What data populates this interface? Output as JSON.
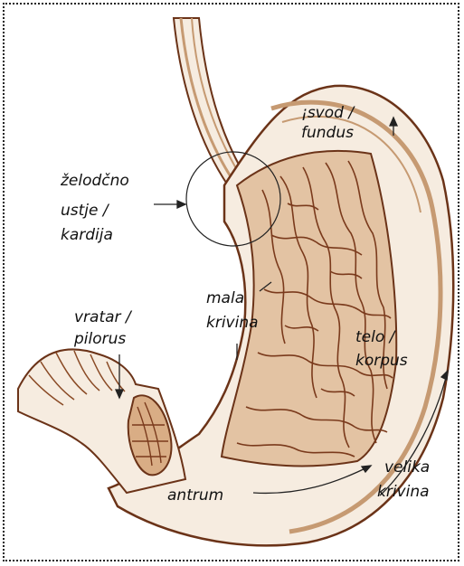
{
  "labels": {
    "fundus": [
      "¡svod /",
      "fundus"
    ],
    "cardia": [
      "želodčno",
      "ustje /",
      "kardija"
    ],
    "lesser_curvature": [
      "mala",
      "krivina"
    ],
    "pylorus": [
      "vratar /",
      "pilorus"
    ],
    "body": [
      "telo /",
      "korpus"
    ],
    "greater_curvature": [
      "velika",
      "krivina"
    ],
    "antrum": "antrum"
  },
  "colors": {
    "outline": "#6b3318",
    "tissue": "#8a4a25",
    "rugae": "#7a3a1c",
    "shade": "#c69a72",
    "paper": "#f6ece0",
    "label": "#111111",
    "frame": "#222222"
  }
}
